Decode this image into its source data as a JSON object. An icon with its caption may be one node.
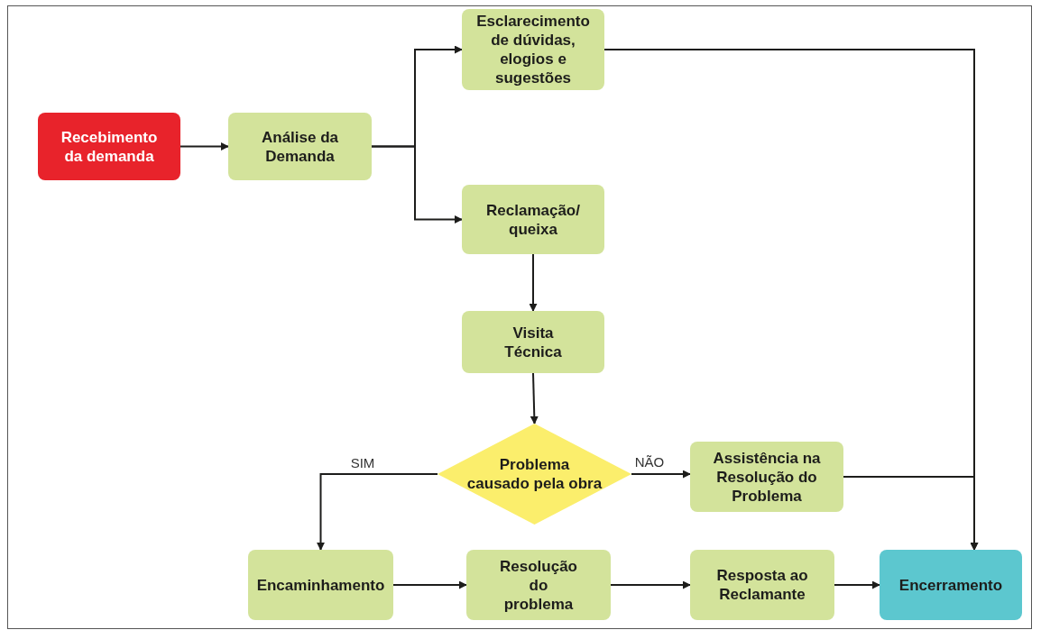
{
  "diagram": {
    "nodes": [
      {
        "text": [
          "Recebimento da demanda"
        ]
      },
      {
        "text": [
          "Análise da Demanda"
        ]
      },
      {
        "text": [
          "Esclarecimento de dúvidas, elogios e sugestões"
        ]
      },
      {
        "text": [
          "Reclamação/ queixa"
        ]
      },
      {
        "text": [
          "Visita Técnica"
        ]
      },
      {
        "text": [
          "Problema causado pela obra"
        ]
      },
      {
        "text": [
          "Assistência na Resolução do Problema"
        ]
      },
      {
        "text": [
          "Encaminhamento"
        ]
      },
      {
        "text": [
          "Resolução do problema"
        ]
      },
      {
        "text": [
          "Resposta ao Reclamante"
        ]
      },
      {
        "text": [
          "Encerramento"
        ]
      }
    ],
    "edges": [
      {
        "from": 0,
        "to": 1,
        "arrow": "to"
      },
      {
        "from": 1,
        "to": 2,
        "arrow": "to"
      },
      {
        "from": 1,
        "to": 3,
        "arrow": "to"
      },
      {
        "from": 2,
        "to": 10,
        "arrow": "to"
      },
      {
        "from": 3,
        "to": 4,
        "arrow": "to"
      },
      {
        "from": 4,
        "to": 5,
        "arrow": "to"
      },
      {
        "from": 5,
        "to": 7,
        "arrow": "to",
        "label": "SIM"
      },
      {
        "from": 5,
        "to": 6,
        "arrow": "to",
        "label": "NÃO"
      },
      {
        "from": 6,
        "to": 10,
        "arrow": "to"
      },
      {
        "from": 7,
        "to": 8,
        "arrow": "to"
      },
      {
        "from": 8,
        "to": 9,
        "arrow": "to"
      },
      {
        "from": 9,
        "to": 10,
        "arrow": "to"
      }
    ]
  }
}
